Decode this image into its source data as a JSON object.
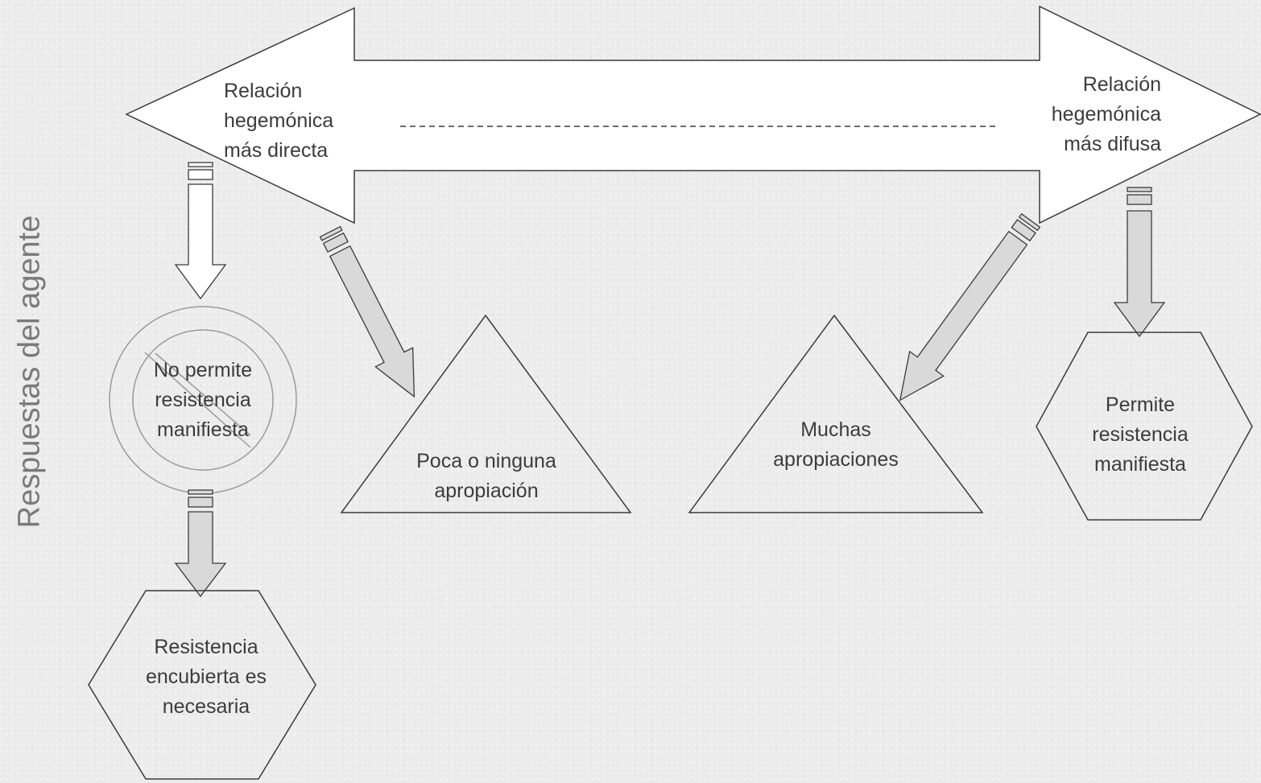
{
  "side_title": "Respuestas del agente",
  "spectrum": {
    "left_label": "Relación\nhegemónica\nmás directa",
    "right_label": "Relación\nhegemónica\nmás difusa"
  },
  "nodes": {
    "no_permite": "No permite\nresistencia\nmanifiesta",
    "resistencia_encubierta": "Resistencia\nencubierta es\nnecesaria",
    "poca_apropiacion": "Poca o ninguna\napropiación",
    "muchas_apropiaciones": "Muchas\napropiaciones",
    "permite": "Permite\nresistencia\nmanifiesta"
  },
  "colors": {
    "outline": "#3a3a3a",
    "arrow_fill": "#d9d9d9",
    "no_symbol": "#9a9a9a",
    "text": "#3c3c3c",
    "side_title": "#7a7a7a"
  }
}
